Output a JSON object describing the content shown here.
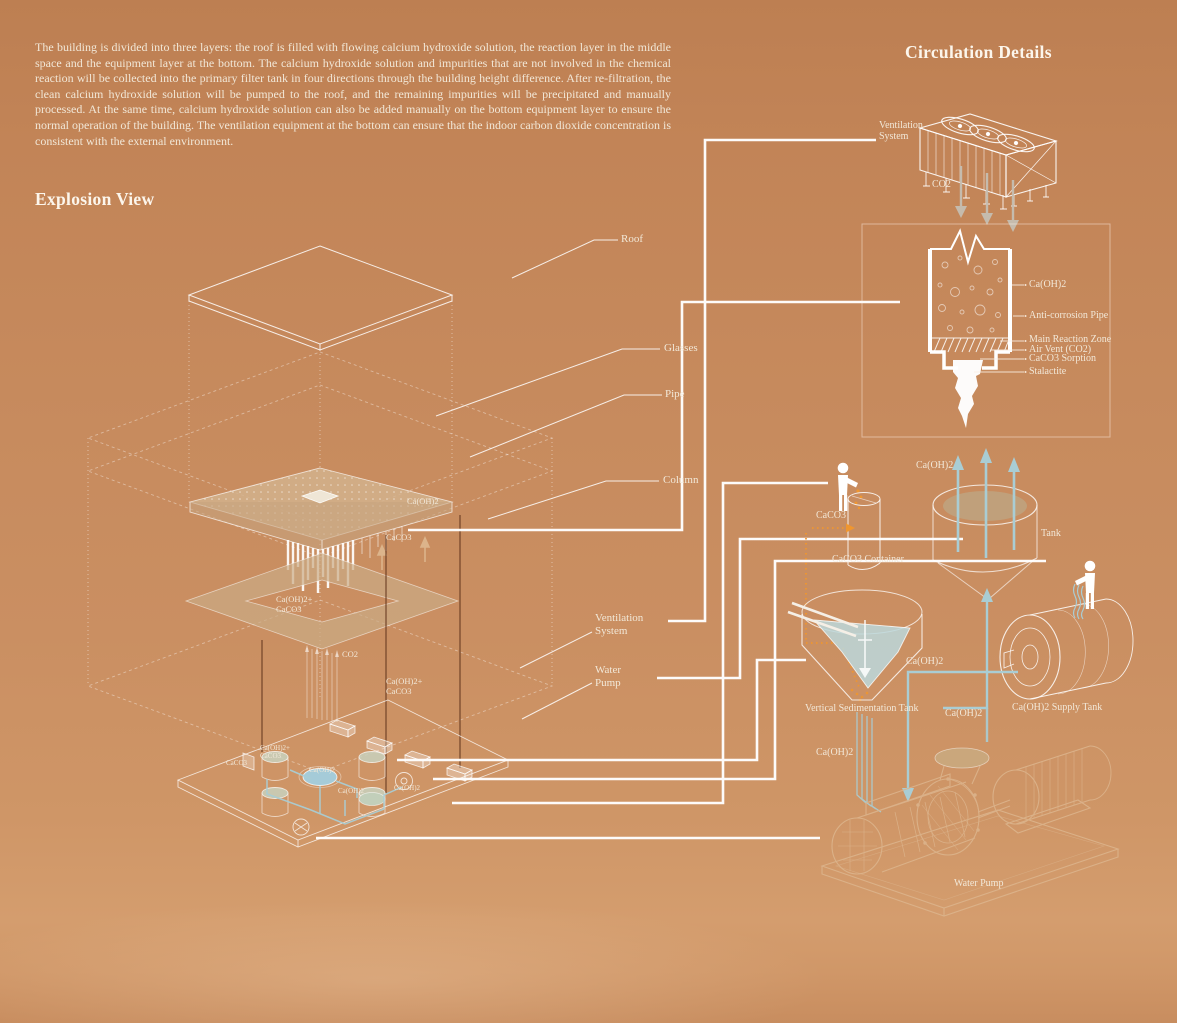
{
  "page": {
    "intro": "The building is divided into three layers: the roof is filled with flowing calcium hydroxide solution, the reaction layer in the middle space and the equipment layer at the bottom. The calcium hydroxide solution and impurities that are not involved in the chemical reaction will be collected into the primary filter tank in four directions through the building height difference. After re-filtration, the clean calcium hydroxide solution will be pumped to the roof, and the remaining impurities will be precipitated and manually processed. At the same time, calcium hydroxide solution can also be added manually on the bottom equipment layer to ensure the normal operation of the building. The ventilation equipment at the bottom can ensure that the indoor carbon dioxide concentration is consistent with the external environment.",
    "explosion_title": "Explosion View",
    "circulation_title": "Circulation Details"
  },
  "explosion_labels": {
    "roof": "Roof",
    "glasses": "Glasses",
    "pipe": "Pipe",
    "column": "Column",
    "ventilation_system": "Ventilation\nSystem",
    "water_pump": "Water\nPump"
  },
  "building": {
    "slab_caoh2": "Ca(OH)2",
    "slab_caco3": "CaCO3",
    "ring_mix": "Ca(OH)2+\nCaCO3",
    "co2": "CO2",
    "mid_mix": "Ca(OH)2+\nCaCO3",
    "equip_caco3": "CaCO3",
    "equip_mix": "Ca(OH)2+\nCaCO3",
    "pool_caoh2": "Ca(OH)2",
    "pool2_caoh2": "Ca(OH)2",
    "fan_caoh2": "Ca(OH)2"
  },
  "circulation": {
    "ventilation_system": "Ventilation\nSystem",
    "co2": "CO2",
    "vessel_caoh2": "Ca(OH)2",
    "anti_corrosion_pipe": "Anti-corrosion Pipe",
    "main_reaction_zone": "Main Reaction Zone",
    "air_vent": "Air Vent (CO2)",
    "caco3_sorption": "CaCO3 Sorption",
    "stalactite": "Stalactite",
    "tank_caoh2": "Ca(OH)2",
    "tank": "Tank",
    "caco3": "CaCO3",
    "caco3_container": "CaCO3 Container",
    "sedimentation_tank": "Vertical Sedimentation Tank",
    "pipe_caoh2_upper": "Ca(OH)2",
    "pipe_caoh2_lower": "Ca(OH)2",
    "supply_tank": "Ca(OH)2 Supply Tank",
    "pump_inlet_caoh2": "Ca(OH)2",
    "water_pump": "Water Pump"
  },
  "colors": {
    "background": "#c78b5e",
    "line_white": "#ffffff",
    "pipe_cyan": "#a9cdd4",
    "accent_orange": "#ef962f",
    "tan_fill": "#c9a87c",
    "text_cream": "#f2e8d8"
  }
}
